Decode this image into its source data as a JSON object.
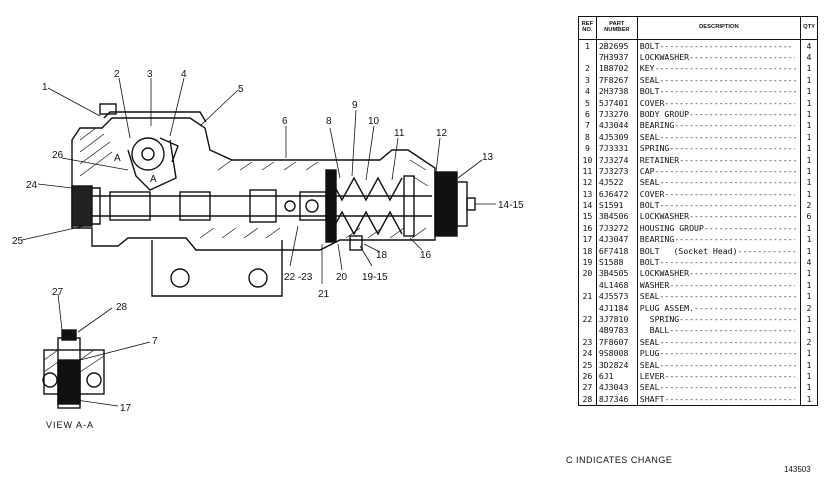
{
  "callouts": {
    "c1": "1",
    "c2": "2",
    "c3": "3",
    "c4": "4",
    "c5": "5",
    "c6": "6",
    "c8": "8",
    "c9": "9",
    "c10": "10",
    "c11": "11",
    "c12": "12",
    "c13": "13",
    "c1415": "14-15",
    "c16": "16",
    "c18": "18",
    "c1915": "19-15",
    "c20": "20",
    "c21": "21",
    "c2223": "22 -23",
    "c24": "24",
    "c25": "25",
    "c26": "26",
    "cA1": "A",
    "cA2": "A",
    "c27": "27",
    "c28": "28",
    "c7": "7",
    "c17": "17"
  },
  "view_label": "VIEW A-A",
  "table": {
    "headers": {
      "ref": "REF NO.",
      "part": "PART NUMBER",
      "desc": "DESCRIPTION",
      "qty": "QTY"
    },
    "rows": [
      {
        "ref": "1",
        "part": "2B2695",
        "desc": "BOLT",
        "qty": "4"
      },
      {
        "ref": "",
        "part": "7H3937",
        "desc": "LOCKWASHER",
        "qty": "4"
      },
      {
        "ref": "2",
        "part": "1B8702",
        "desc": "KEY",
        "qty": "1"
      },
      {
        "ref": "3",
        "part": "7F8267",
        "desc": "SEAL",
        "qty": "1"
      },
      {
        "ref": "4",
        "part": "2H3738",
        "desc": "BOLT",
        "qty": "1"
      },
      {
        "ref": "5",
        "part": "5J7401",
        "desc": "COVER",
        "qty": "1"
      },
      {
        "ref": "6",
        "part": "7J3270",
        "desc": "BODY GROUP",
        "qty": "1"
      },
      {
        "ref": "7",
        "part": "4J3044",
        "desc": "BEARING",
        "qty": "1"
      },
      {
        "ref": "8",
        "part": "4J5309",
        "desc": "SEAL",
        "qty": "1"
      },
      {
        "ref": "9",
        "part": "7J3331",
        "desc": "SPRING",
        "qty": "1"
      },
      {
        "ref": "10",
        "part": "7J3274",
        "desc": "RETAINER",
        "qty": "1"
      },
      {
        "ref": "11",
        "part": "7J3273",
        "desc": "CAP",
        "qty": "1"
      },
      {
        "ref": "12",
        "part": "4J522",
        "desc": "SEAL",
        "qty": "1"
      },
      {
        "ref": "13",
        "part": "6J6472",
        "desc": "COVER",
        "qty": "1"
      },
      {
        "ref": "14",
        "part": "S1591",
        "desc": "BOLT",
        "qty": "2"
      },
      {
        "ref": "15",
        "part": "3B4506",
        "desc": "LOCKWASHER",
        "qty": "6"
      },
      {
        "ref": "16",
        "part": "7J3272",
        "desc": "HOUSING GROUP",
        "qty": "1"
      },
      {
        "ref": "17",
        "part": "4J3047",
        "desc": "BEARING",
        "qty": "1"
      },
      {
        "ref": "18",
        "part": "6F7418",
        "desc": "BOLT",
        "note": "(Socket Head)",
        "qty": "1"
      },
      {
        "ref": "19",
        "part": "S1588",
        "desc": "BOLT",
        "qty": "4"
      },
      {
        "ref": "20",
        "part": "3B4505",
        "desc": "LOCKWASHER",
        "qty": "1"
      },
      {
        "ref": "",
        "part": "4L1468",
        "desc": "WASHER",
        "qty": "1"
      },
      {
        "ref": "21",
        "part": "4J5573",
        "desc": "SEAL",
        "qty": "1"
      },
      {
        "ref": "",
        "part": "4J1184",
        "desc": "PLUG ASSEM.",
        "qty": "2"
      },
      {
        "ref": "22",
        "part": "3J7810",
        "desc": "  SPRING",
        "qty": "1"
      },
      {
        "ref": "",
        "part": "4B9783",
        "desc": "  BALL",
        "qty": "1"
      },
      {
        "ref": "23",
        "part": "7F8607",
        "desc": "SEAL",
        "qty": "2"
      },
      {
        "ref": "24",
        "part": "9S8008",
        "desc": "PLUG",
        "qty": "1"
      },
      {
        "ref": "25",
        "part": "3D2824",
        "desc": "SEAL",
        "qty": "1"
      },
      {
        "ref": "26",
        "part": "6J1",
        "desc": "LEVER",
        "qty": "1"
      },
      {
        "ref": "27",
        "part": "4J3043",
        "desc": "SEAL",
        "qty": "1"
      },
      {
        "ref": "28",
        "part": "8J7346",
        "desc": "SHAFT",
        "qty": "1"
      }
    ]
  },
  "footnote": "C INDICATES CHANGE",
  "drawing_number": "143503"
}
